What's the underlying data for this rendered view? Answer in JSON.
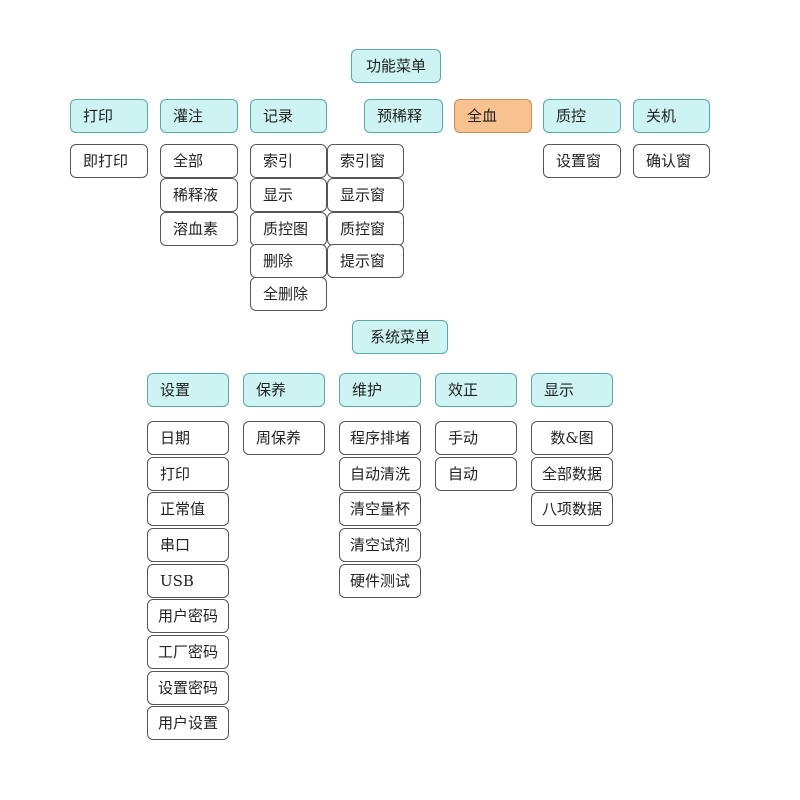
{
  "function_menu": {
    "title": "功能菜单",
    "columns": [
      {
        "header": "打印",
        "items": [
          "即打印"
        ]
      },
      {
        "header": "灌注",
        "items": [
          "全部",
          "稀释液",
          "溶血素"
        ]
      },
      {
        "header": "记录",
        "items": [
          "索引",
          "显示",
          "质控图",
          "删除",
          "全删除"
        ],
        "sub_items": [
          "索引窗",
          "显示窗",
          "质控窗",
          "提示窗"
        ]
      },
      {
        "header": "预稀释",
        "items": []
      },
      {
        "header": "全血",
        "items": [],
        "highlighted": true
      },
      {
        "header": "质控",
        "items": [
          "设置窗"
        ]
      },
      {
        "header": "关机",
        "items": [
          "确认窗"
        ]
      }
    ]
  },
  "system_menu": {
    "title": "系统菜单",
    "columns": [
      {
        "header": "设置",
        "items": [
          "日期",
          "打印",
          "正常值",
          "串口",
          "USB",
          "用户密码",
          "工厂密码",
          "设置密码",
          "用户设置"
        ]
      },
      {
        "header": "保养",
        "items": [
          "周保养"
        ]
      },
      {
        "header": "维护",
        "items": [
          "程序排堵",
          "自动清洗",
          "清空量杯",
          "清空试剂",
          "硬件测试"
        ]
      },
      {
        "header": "效正",
        "items": [
          "手动",
          "自动"
        ]
      },
      {
        "header": "显示",
        "items": [
          "数&图",
          "全部数据",
          "八项数据"
        ]
      }
    ]
  },
  "colors": {
    "header_fill": "#cdf3f3",
    "highlight_fill": "#f7c190",
    "item_fill": "#ffffff",
    "border": "#555555"
  }
}
